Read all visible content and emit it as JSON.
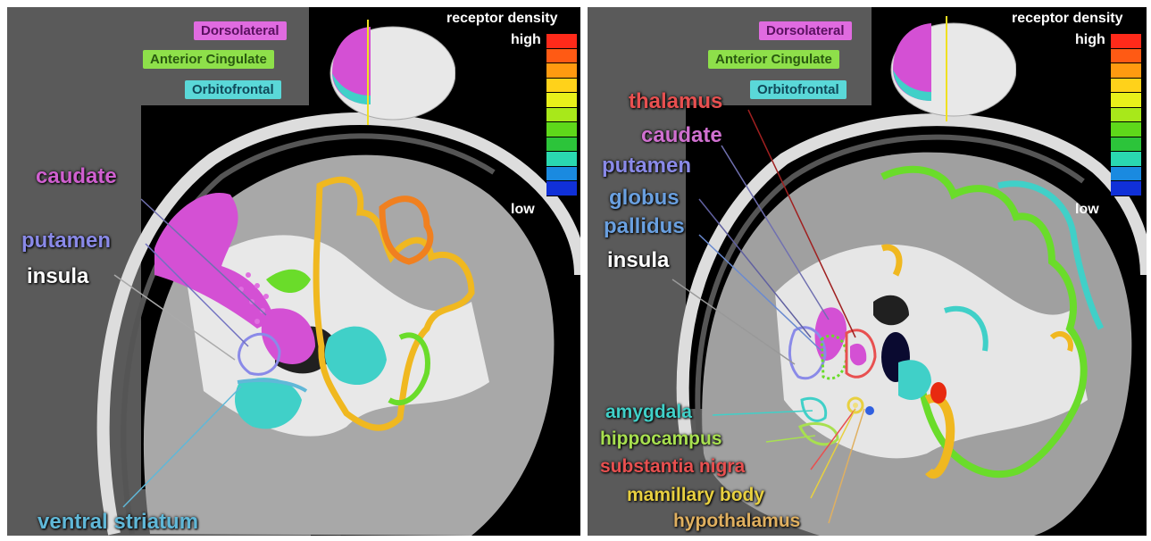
{
  "legend": {
    "dorsolateral": "Dorsolateral",
    "anterior_cingulate": "Anterior Cingulate",
    "orbitofrontal": "Orbitofrontal"
  },
  "scale": {
    "title": "receptor density",
    "high": "high",
    "low": "low",
    "colors": [
      "#ff2a1a",
      "#ff5a14",
      "#ff9a10",
      "#ffd21a",
      "#e8f01a",
      "#a8e81a",
      "#5ed81a",
      "#2cc43a",
      "#2ad8b0",
      "#1a8ae0",
      "#1030d8"
    ]
  },
  "left_labels": {
    "caudate": "caudate",
    "putamen": "putamen",
    "insula": "insula",
    "ventral_striatum": "ventral striatum"
  },
  "right_labels": {
    "thalamus": "thalamus",
    "caudate": "caudate",
    "putamen": "putamen",
    "globus": "globus",
    "pallidus": "pallidus",
    "insula": "insula",
    "amygdala": "amygdala",
    "hippocampus": "hippocampus",
    "substantia_nigra": "substantia nigra",
    "mamillary_body": "mamillary body",
    "hypothalamus": "hypothalamus"
  },
  "colors": {
    "magenta": "#d450d4",
    "green": "#6adc2a",
    "cyan": "#40d0c8",
    "orange": "#f08020",
    "yellow": "#f0b820"
  }
}
